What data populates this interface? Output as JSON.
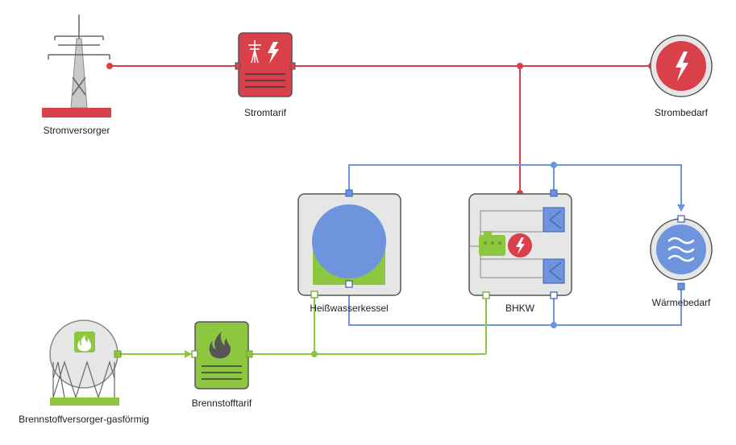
{
  "labels": {
    "stromversorger": "Stromversorger",
    "stromtarif": "Stromtarif",
    "strombedarf": "Strombedarf",
    "heisswasserkessel": "Heißwasserkessel",
    "bhkw": "BHKW",
    "waermebedarf": "Wärmebedarf",
    "brennstofftarif": "Brennstofftarif",
    "brennstoffversorger": "Brennstoffversorger-gasförmig"
  },
  "colors": {
    "electric": "#d9404a",
    "heat": "#6f94de",
    "fuel": "#8dc63f",
    "component_bg": "#e6e6e6",
    "component_border": "#555555"
  },
  "icons": {
    "grid": "power-pylon-icon",
    "electricity": "lightning-bolt-icon",
    "heat": "heat-waves-icon",
    "fuel": "flame-icon"
  }
}
